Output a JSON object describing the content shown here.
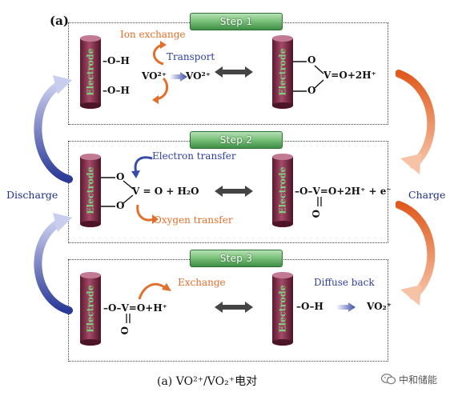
{
  "panel_label": "(a)",
  "steps": [
    {
      "tag": "Step 1",
      "left_labels": {
        "ion_exchange": "Ion exchange",
        "transport": "Transport"
      },
      "left_chem": {
        "oh_top": "–O–H",
        "oh_bottom": "–O–H",
        "vo2_left": "VO²⁺",
        "vo2_right": "VO²⁺"
      },
      "right_chem": {
        "v_eq": "V=O+2H⁺",
        "o_top": "O",
        "o_bottom": "O"
      }
    },
    {
      "tag": "Step 2",
      "left_labels": {
        "electron_transfer": "Electron transfer",
        "oxygen_transfer": "Oxygen transfer"
      },
      "left_chem": {
        "v_eq": "V = O + H₂O",
        "o_top": "O",
        "o_bottom": "O"
      },
      "right_chem": {
        "eq": "–O–V=O+2H⁺ + e⁻",
        "o_under": "O"
      }
    },
    {
      "tag": "Step 3",
      "left_labels": {
        "exchange": "Exchange"
      },
      "left_chem": {
        "eq": "–O–V=O+H⁺",
        "o_under": "O"
      },
      "right_labels": {
        "diffuse_back": "Diffuse back"
      },
      "right_chem": {
        "oh": "–O–H",
        "vo2": "VO₂⁺"
      }
    }
  ],
  "electrode_label": "Electrode",
  "side": {
    "discharge": "Discharge",
    "charge": "Charge"
  },
  "caption": "(a)   VO²⁺/VO₂⁺电对",
  "watermark": "中和储能",
  "colors": {
    "electrode": "#8b2d49",
    "step_tag": "#4f9a55",
    "orange": "#e26f2b",
    "blue": "#3a4aa8"
  }
}
